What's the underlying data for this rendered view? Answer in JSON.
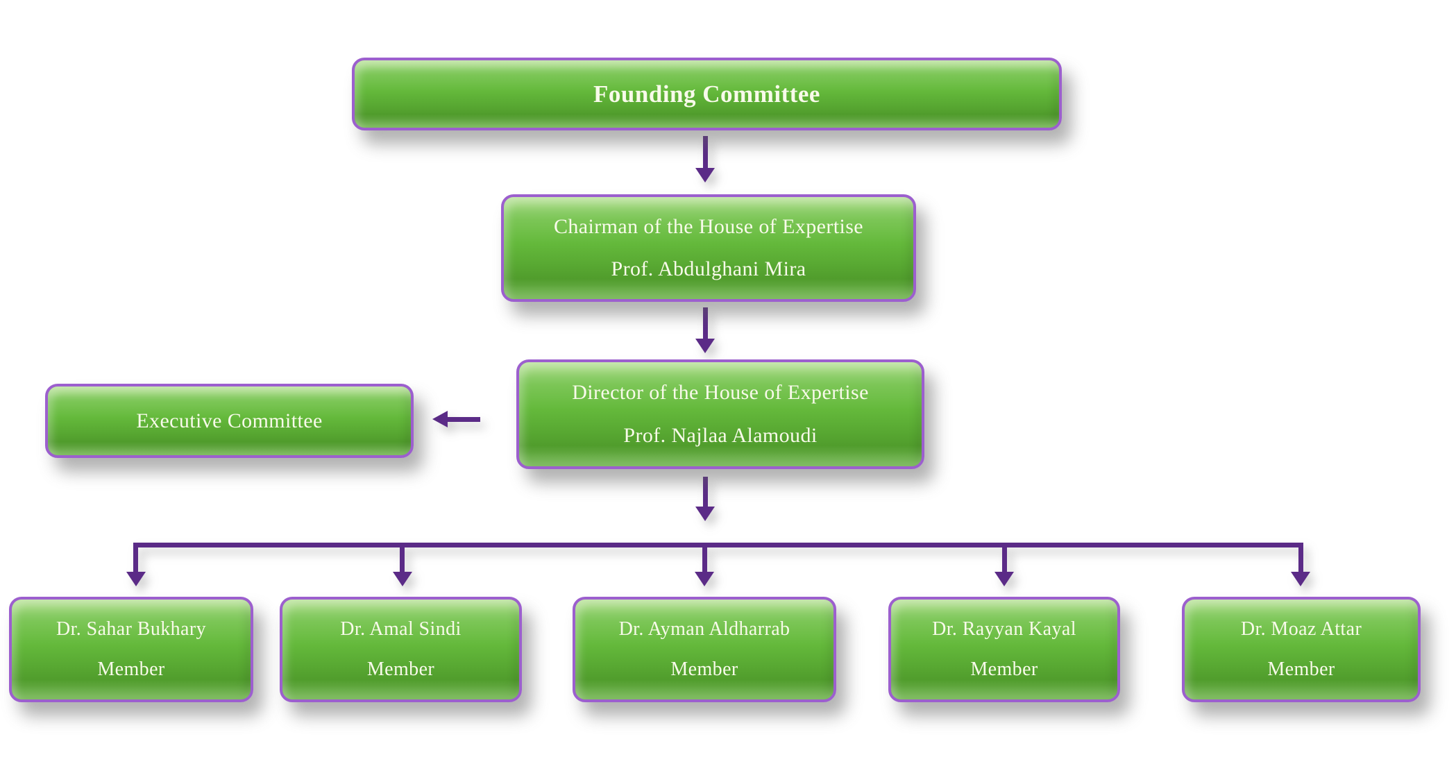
{
  "org": {
    "founding": {
      "title": "Founding Committee"
    },
    "chairman": {
      "title": "Chairman of the House of Expertise",
      "name": "Prof. Abdulghani Mira"
    },
    "director": {
      "title": "Director of the House of Expertise",
      "name": "Prof. Najlaa Alamoudi"
    },
    "executive": {
      "title": "Executive Committee"
    },
    "members": [
      {
        "name": "Dr. Sahar Bukhary",
        "role": "Member"
      },
      {
        "name": "Dr. Amal Sindi",
        "role": "Member"
      },
      {
        "name": "Dr. Ayman Aldharrab",
        "role": "Member"
      },
      {
        "name": "Dr. Rayyan Kayal",
        "role": "Member"
      },
      {
        "name": "Dr. Moaz Attar",
        "role": "Member"
      }
    ]
  },
  "colors": {
    "box_fill_green": "#62B83A",
    "box_highlight_green": "#8CCF58",
    "box_border_purple": "#9C5FCE",
    "arrow_purple": "#5B2B87",
    "text_cream": "#F8FAEA",
    "background": "#FFFFFF"
  }
}
